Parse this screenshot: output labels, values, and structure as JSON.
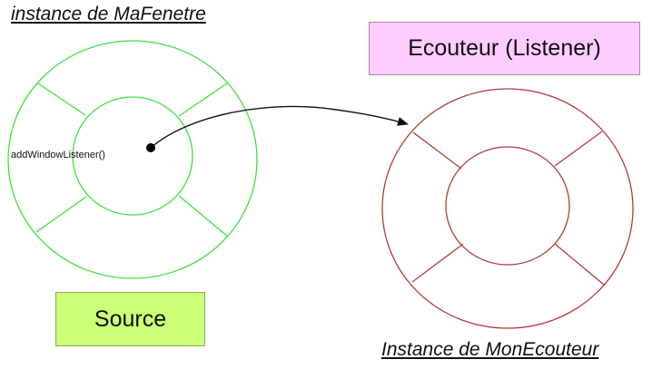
{
  "source_instance_title": "instance de MaFenetre",
  "listener_instance_title": "Instance de MonEcouteur",
  "listener_label": "Ecouteur (Listener)",
  "source_label": "Source",
  "method_call": "addWindowListener()",
  "colors": {
    "source_ring": "#3ee03e",
    "listener_ring": "#b33a3a",
    "listener_box": "#ffccff",
    "source_box": "#ccff77"
  }
}
